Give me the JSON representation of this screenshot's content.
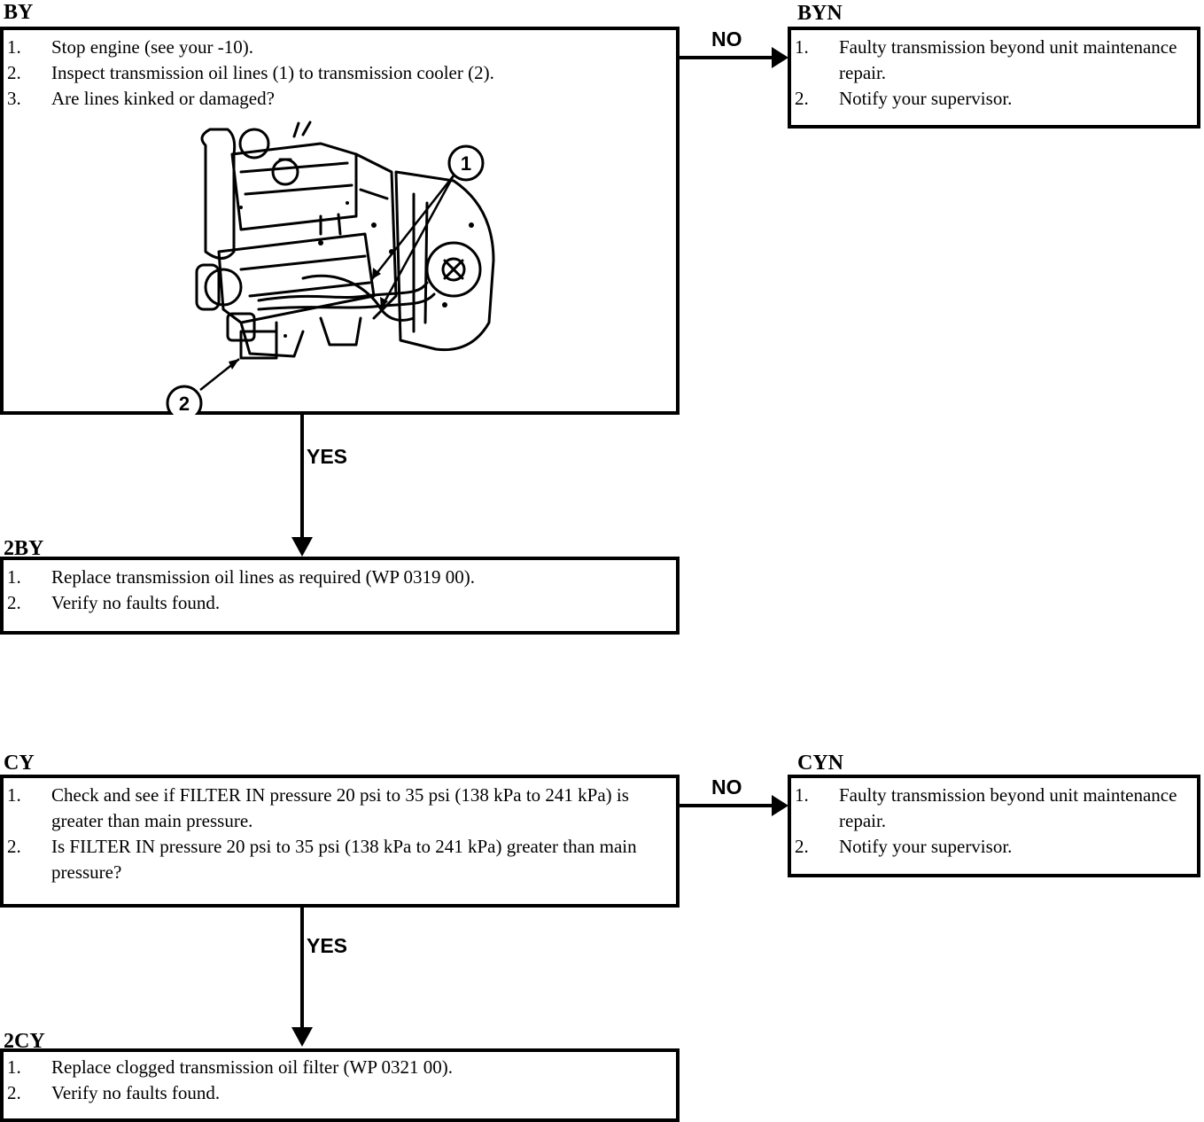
{
  "by": {
    "label": "BY",
    "steps": [
      {
        "num": "1.",
        "text": "Stop engine (see your -10)."
      },
      {
        "num": "2.",
        "text": "Inspect transmission oil lines (1) to transmission cooler (2)."
      },
      {
        "num": "3.",
        "text": "Are lines kinked or damaged?"
      }
    ],
    "callouts": [
      "1",
      "2"
    ]
  },
  "byn": {
    "label": "BYN",
    "steps": [
      {
        "num": "1.",
        "text": "Faulty transmission beyond unit maintenance repair."
      },
      {
        "num": "2.",
        "text": "Notify your supervisor."
      }
    ]
  },
  "two_by": {
    "label": "2BY",
    "steps": [
      {
        "num": "1.",
        "text": "Replace transmission oil lines as required (WP 0319 00)."
      },
      {
        "num": "2.",
        "text": "Verify no faults found."
      }
    ]
  },
  "cy": {
    "label": "CY",
    "steps": [
      {
        "num": "1.",
        "text": "Check and see if FILTER IN pressure 20 psi to 35 psi (138 kPa to 241 kPa) is greater than main pressure."
      },
      {
        "num": "2.",
        "text": "Is FILTER IN pressure 20 psi to 35 psi (138 kPa to 241 kPa) greater than main pressure?"
      }
    ]
  },
  "cyn": {
    "label": "CYN",
    "steps": [
      {
        "num": "1.",
        "text": "Faulty transmission beyond unit maintenance repair."
      },
      {
        "num": "2.",
        "text": "Notify your supervisor."
      }
    ]
  },
  "two_cy": {
    "label": "2CY",
    "steps": [
      {
        "num": "1.",
        "text": "Replace clogged transmission oil filter (WP 0321 00)."
      },
      {
        "num": "2.",
        "text": "Verify no faults found."
      }
    ]
  },
  "branches": {
    "no": "NO",
    "yes": "YES"
  }
}
